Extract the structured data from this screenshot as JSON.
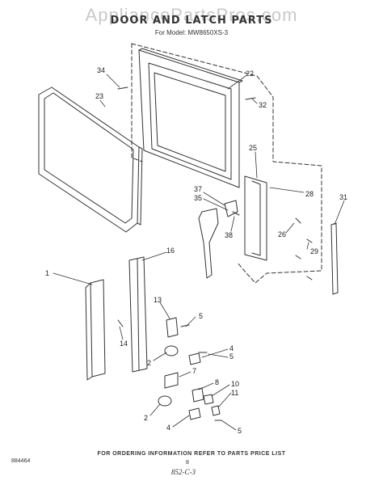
{
  "header": {
    "watermark": "AppliancePartsPros.com",
    "title": "DOOR AND LATCH PARTS",
    "subtitle": "For Model: MW8650XS-3"
  },
  "callouts": {
    "c34": "34",
    "c23": "23",
    "c22": "22",
    "c32": "32",
    "c25": "25",
    "c28": "28",
    "c31": "31",
    "c37": "37",
    "c35": "35",
    "c38": "38",
    "c26": "26",
    "c29": "29",
    "c1": "1",
    "c16": "16",
    "c13": "13",
    "c5a": "5",
    "c14": "14",
    "c4a": "4",
    "c5b": "5",
    "c2a": "2",
    "c7": "7",
    "c8": "8",
    "c10": "10",
    "c11": "11",
    "c2b": "2",
    "c4b": "4",
    "c5c": "5"
  },
  "footer": {
    "ordering_note": "FOR ORDERING INFORMATION REFER TO PARTS PRICE LIST",
    "drawing_id": "884464",
    "page_number": "8",
    "sheet_code": "852-C-3"
  }
}
